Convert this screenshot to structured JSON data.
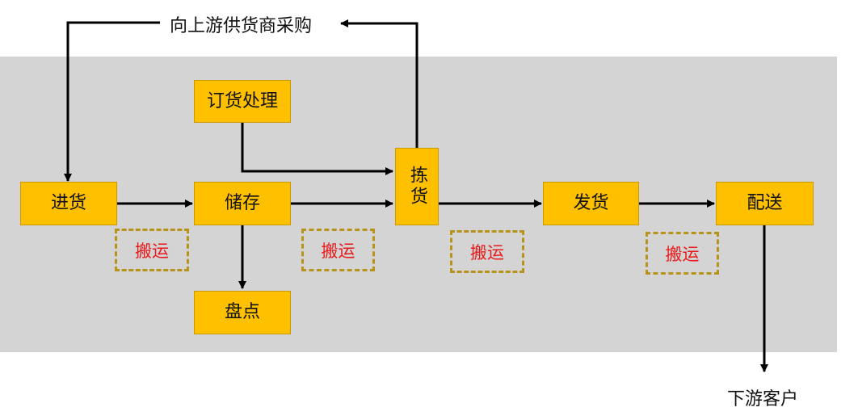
{
  "colors": {
    "panel": "#d4d4d4",
    "box_fill": "#ffc000",
    "tag_border": "#b8931c",
    "tag_text": "#e8191a",
    "arrow": "#000000"
  },
  "nodes": {
    "order_processing": "订货处理",
    "receiving": "进货",
    "storage": "储存",
    "picking": "拣货",
    "shipping": "发货",
    "delivery": "配送",
    "inventory": "盘点"
  },
  "handling_labels": [
    "搬运",
    "搬运",
    "搬运",
    "搬运"
  ],
  "external": {
    "upstream": "向上游供货商采购",
    "downstream": "下游客户"
  }
}
